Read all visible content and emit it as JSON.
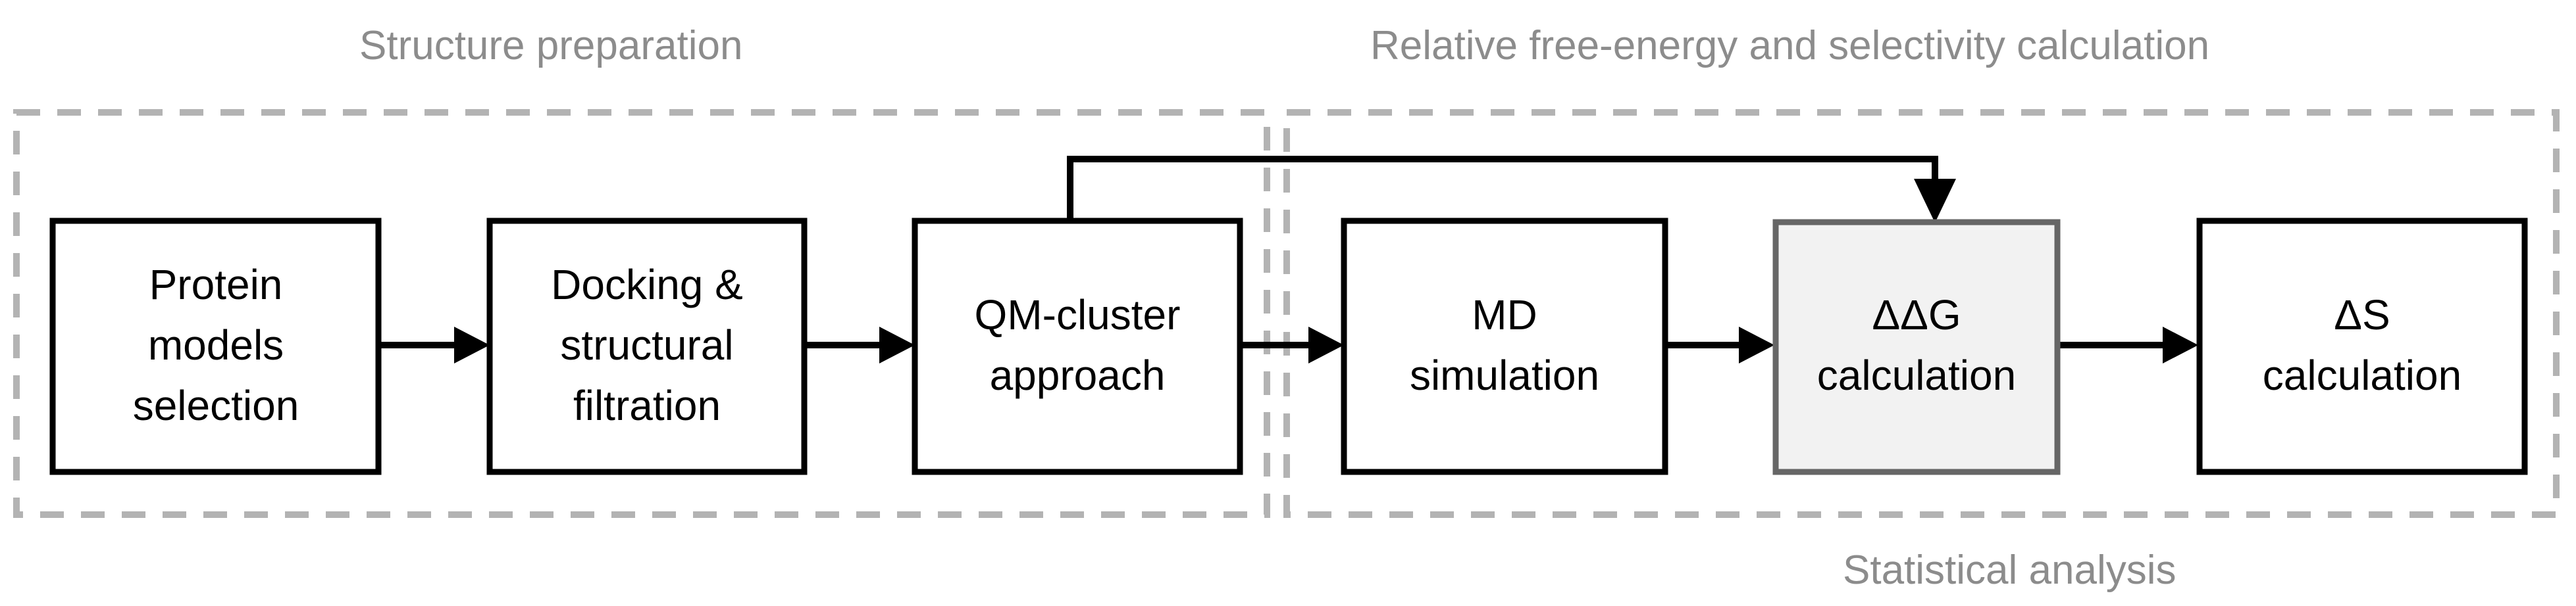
{
  "figure": {
    "title": "Computational workflow diagram",
    "background_color": "#ffffff"
  },
  "colors": {
    "frame_dashed": "#b3b3b3",
    "group_title_text": "#8c8c8c",
    "node_border": "#000000",
    "node_fill": "#ffffff",
    "highlight_node_border": "#666666",
    "highlight_node_fill": "#f2f2f2",
    "arrow": "#000000"
  },
  "group_titles": {
    "structure_preparation": "Structure preparation",
    "relative_free_energy": "Relative free-energy and selectivity calculation",
    "statistical_analysis": "Statistical analysis"
  },
  "nodes": [
    {
      "id": "protein-models-selection",
      "lines": [
        "Protein",
        "models",
        "selection"
      ],
      "style": "plain"
    },
    {
      "id": "docking-structural-filtration",
      "lines": [
        "Docking &",
        "structural",
        "filtration"
      ],
      "style": "plain"
    },
    {
      "id": "qm-cluster-approach",
      "lines": [
        "QM-cluster",
        "approach"
      ],
      "style": "plain"
    },
    {
      "id": "md-simulation",
      "lines": [
        "MD",
        "simulation"
      ],
      "style": "plain"
    },
    {
      "id": "ddg-calculation",
      "lines": [
        "ΔΔG",
        "calculation"
      ],
      "style": "highlight"
    },
    {
      "id": "ds-calculation",
      "lines": [
        "ΔS",
        "calculation"
      ],
      "style": "plain"
    }
  ],
  "connections": [
    {
      "from": "protein-models-selection",
      "to": "docking-structural-filtration",
      "kind": "arrow-right"
    },
    {
      "from": "docking-structural-filtration",
      "to": "qm-cluster-approach",
      "kind": "arrow-right"
    },
    {
      "from": "qm-cluster-approach",
      "to": "md-simulation",
      "kind": "arrow-right"
    },
    {
      "from": "md-simulation",
      "to": "ddg-calculation",
      "kind": "arrow-right"
    },
    {
      "from": "ddg-calculation",
      "to": "ds-calculation",
      "kind": "arrow-right"
    },
    {
      "from": "qm-cluster-approach",
      "to": "ddg-calculation",
      "kind": "feedback-top"
    }
  ]
}
